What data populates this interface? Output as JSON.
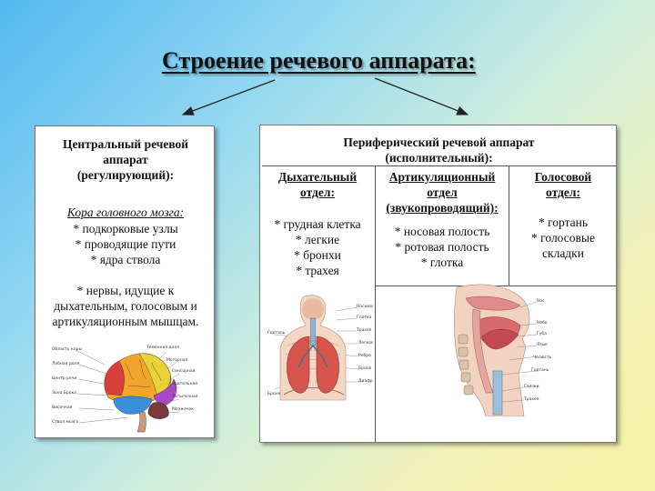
{
  "title": "Строение речевого аппарата:",
  "central": {
    "heading": [
      "Центральный речевой",
      "аппарат",
      "(регулирующий):"
    ],
    "cortex_label": "Кора головного мозга:",
    "cortex_items": [
      "* подкорковые узлы",
      "* проводящие пути",
      "* ядра ствола"
    ],
    "nerves": [
      "* нервы, идущие к",
      "дыхательным, голосовым и",
      "артикуляционным мышцам."
    ]
  },
  "peripheral": {
    "heading": [
      "Периферический речевой аппарат",
      "(исполнительный):"
    ],
    "sections": [
      {
        "title": [
          "Дыхательный",
          "отдел:"
        ],
        "items": [
          "* грудная клетка",
          "* легкие",
          "* бронхи",
          "* трахея"
        ]
      },
      {
        "title": [
          "Артикуляционный",
          "отдел",
          "(звукопроводящий):"
        ],
        "items": [
          "* носовая полость",
          "* ротовая полость",
          "* глотка"
        ]
      },
      {
        "title": [
          "Голосовой",
          "отдел:"
        ],
        "items": [
          "* гортань",
          "* голосовые",
          "складки"
        ]
      }
    ]
  }
}
